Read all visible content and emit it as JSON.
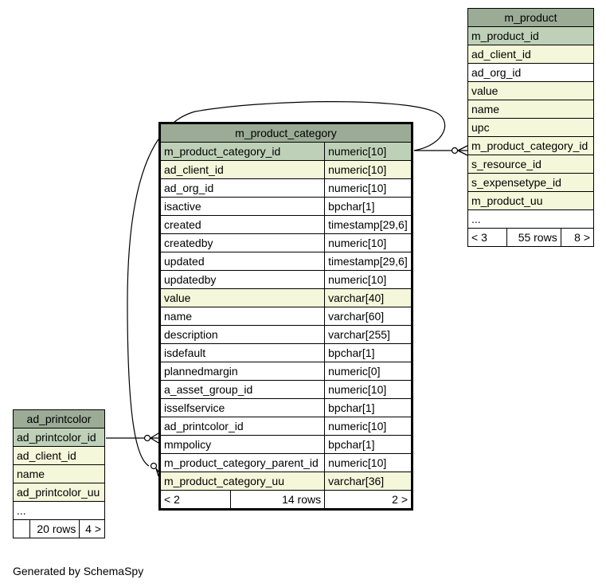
{
  "tables": {
    "m_product_category": {
      "title": "m_product_category",
      "rows": [
        {
          "name": "m_product_category_id",
          "type": "numeric[10]",
          "kind": "pk"
        },
        {
          "name": "ad_client_id",
          "type": "numeric[10]",
          "kind": "idx"
        },
        {
          "name": "ad_org_id",
          "type": "numeric[10]",
          "kind": "plain"
        },
        {
          "name": "isactive",
          "type": "bpchar[1]",
          "kind": "plain"
        },
        {
          "name": "created",
          "type": "timestamp[29,6]",
          "kind": "plain"
        },
        {
          "name": "createdby",
          "type": "numeric[10]",
          "kind": "plain"
        },
        {
          "name": "updated",
          "type": "timestamp[29,6]",
          "kind": "plain"
        },
        {
          "name": "updatedby",
          "type": "numeric[10]",
          "kind": "plain"
        },
        {
          "name": "value",
          "type": "varchar[40]",
          "kind": "idx"
        },
        {
          "name": "name",
          "type": "varchar[60]",
          "kind": "plain"
        },
        {
          "name": "description",
          "type": "varchar[255]",
          "kind": "plain"
        },
        {
          "name": "isdefault",
          "type": "bpchar[1]",
          "kind": "plain"
        },
        {
          "name": "plannedmargin",
          "type": "numeric[0]",
          "kind": "plain"
        },
        {
          "name": "a_asset_group_id",
          "type": "numeric[10]",
          "kind": "plain"
        },
        {
          "name": "isselfservice",
          "type": "bpchar[1]",
          "kind": "plain"
        },
        {
          "name": "ad_printcolor_id",
          "type": "numeric[10]",
          "kind": "plain"
        },
        {
          "name": "mmpolicy",
          "type": "bpchar[1]",
          "kind": "plain"
        },
        {
          "name": "m_product_category_parent_id",
          "type": "numeric[10]",
          "kind": "plain"
        },
        {
          "name": "m_product_category_uu",
          "type": "varchar[36]",
          "kind": "idx"
        }
      ],
      "footer": {
        "left": "< 2",
        "mid": "14 rows",
        "right": "2 >"
      }
    },
    "m_product": {
      "title": "m_product",
      "rows": [
        {
          "name": "m_product_id",
          "kind": "pk"
        },
        {
          "name": "ad_client_id",
          "kind": "idx"
        },
        {
          "name": "ad_org_id",
          "kind": "plain"
        },
        {
          "name": "value",
          "kind": "idx"
        },
        {
          "name": "name",
          "kind": "idx"
        },
        {
          "name": "upc",
          "kind": "idx"
        },
        {
          "name": "m_product_category_id",
          "kind": "idx"
        },
        {
          "name": "s_resource_id",
          "kind": "idx"
        },
        {
          "name": "s_expensetype_id",
          "kind": "idx"
        },
        {
          "name": "m_product_uu",
          "kind": "idx"
        },
        {
          "name": "...",
          "kind": "plain"
        }
      ],
      "footer": {
        "left": "< 3",
        "mid": "55 rows",
        "right": "8 >"
      }
    },
    "ad_printcolor": {
      "title": "ad_printcolor",
      "rows": [
        {
          "name": "ad_printcolor_id",
          "kind": "pk"
        },
        {
          "name": "ad_client_id",
          "kind": "idx"
        },
        {
          "name": "name",
          "kind": "idx"
        },
        {
          "name": "ad_printcolor_uu",
          "kind": "idx"
        },
        {
          "name": "...",
          "kind": "plain"
        }
      ],
      "footer": {
        "left": "",
        "mid": "20 rows",
        "right": "4 >"
      }
    }
  },
  "generated_by": "Generated by SchemaSpy",
  "colors": {
    "header": "#9bab96",
    "pk": "#bed1b8",
    "indexed": "#f4f7da",
    "plain": "#ffffff"
  }
}
